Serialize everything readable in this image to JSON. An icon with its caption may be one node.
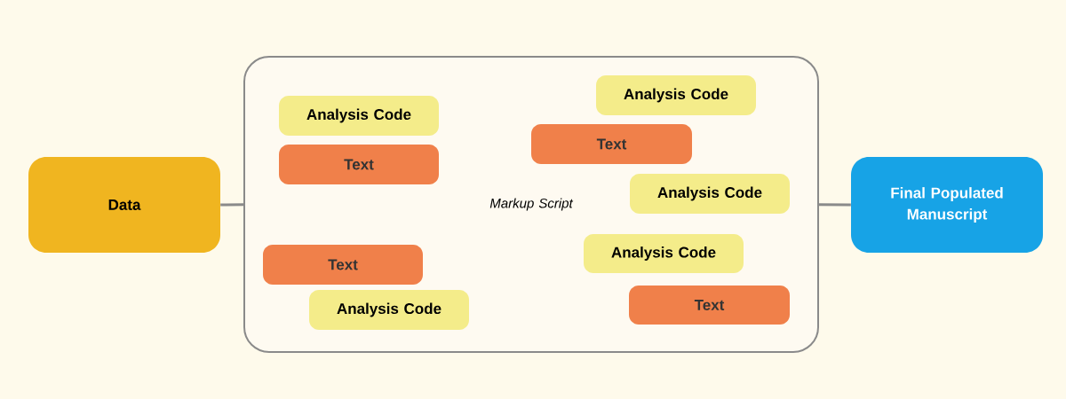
{
  "diagram": {
    "nodes": [
      {
        "text": [
          "Data"
        ]
      },
      {
        "text": [
          "Markup Script"
        ]
      },
      {
        "text": [
          "Analysis Code"
        ],
        "in": 1
      },
      {
        "text": [
          "Text"
        ],
        "in": 1
      },
      {
        "text": [
          "Analysis Code"
        ],
        "in": 1
      },
      {
        "text": [
          "Text"
        ],
        "in": 1
      },
      {
        "text": [
          "Analysis Code"
        ],
        "in": 1
      },
      {
        "text": [
          "Text"
        ],
        "in": 1
      },
      {
        "text": [
          "Analysis Code"
        ],
        "in": 1
      },
      {
        "text": [
          "Analysis Code"
        ],
        "in": 1
      },
      {
        "text": [
          "Text"
        ],
        "in": 1
      },
      {
        "text": [
          "Final Populated Manuscript"
        ]
      }
    ],
    "edges": [
      {
        "from": 0,
        "to": 1,
        "arrow": "none"
      },
      {
        "from": 1,
        "to": 11,
        "arrow": "none"
      }
    ]
  }
}
